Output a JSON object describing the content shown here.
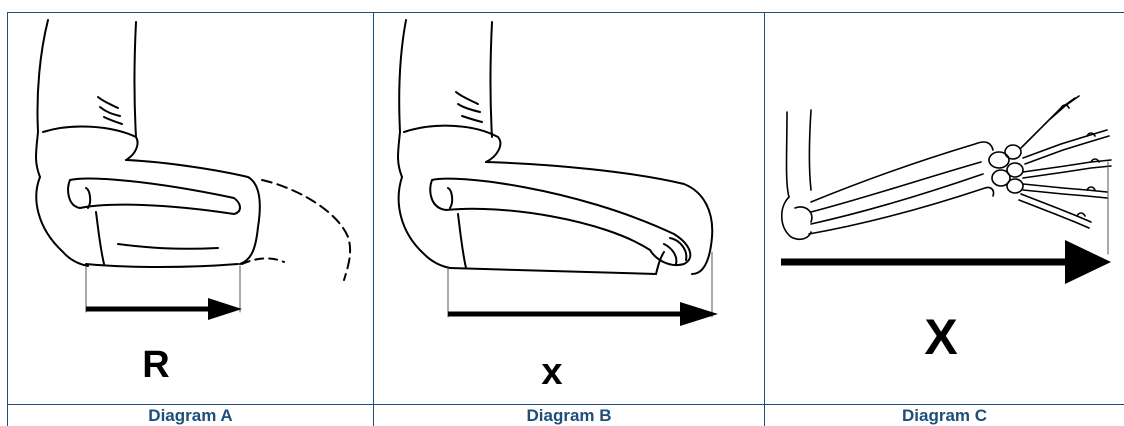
{
  "diagrams": [
    {
      "caption": "Diagram A",
      "arrow_label": "R"
    },
    {
      "caption": "Diagram B",
      "arrow_label": "x"
    },
    {
      "caption": "Diagram C",
      "arrow_label": "X"
    }
  ],
  "colors": {
    "border": "#1f4e79",
    "caption": "#1f4e79",
    "ink": "#000000"
  },
  "icons": [
    "elbow-bent-arm-illustration",
    "elbow-extended-arm-illustration",
    "forearm-hand-bones-illustration"
  ]
}
